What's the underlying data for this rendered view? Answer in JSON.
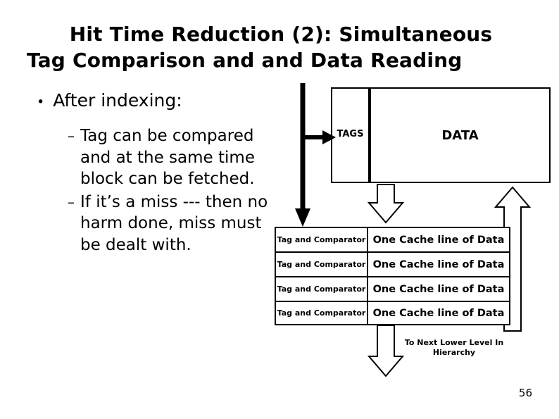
{
  "slide": {
    "title_line1": "Hit Time Reduction (2): Simultaneous",
    "title_line2": "Tag Comparison and and Data Reading",
    "page_number": "56"
  },
  "bullets": {
    "level1": {
      "marker": "•",
      "text": "After indexing:"
    },
    "sub_items": [
      {
        "marker": "–",
        "text": "Tag can be compared and at the same time block can be fetched."
      },
      {
        "marker": "–",
        "text": "If it’s a miss --- then no harm done, miss must be dealt with."
      }
    ]
  },
  "diagram": {
    "tags_label": "TAGS",
    "data_label": "DATA",
    "rows": [
      {
        "comparator": "Tag and Comparator",
        "cacheline": "One Cache line of Data"
      },
      {
        "comparator": "Tag and Comparator",
        "cacheline": "One Cache line of Data"
      },
      {
        "comparator": "Tag and Comparator",
        "cacheline": "One Cache line of Data"
      },
      {
        "comparator": "Tag and Comparator",
        "cacheline": "One Cache line of Data"
      }
    ],
    "next_level_label": "To Next Lower Level In Hierarchy"
  }
}
